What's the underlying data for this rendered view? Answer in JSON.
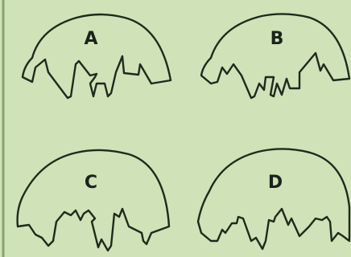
{
  "options": [
    {
      "id": "A",
      "label": "A"
    },
    {
      "id": "B",
      "label": "B"
    },
    {
      "id": "C",
      "label": "C"
    },
    {
      "id": "D",
      "label": "D"
    }
  ],
  "colors": {
    "background": "#d0e2b8",
    "stroke": "#1f2a1c",
    "left_border": "#8aa36a"
  }
}
